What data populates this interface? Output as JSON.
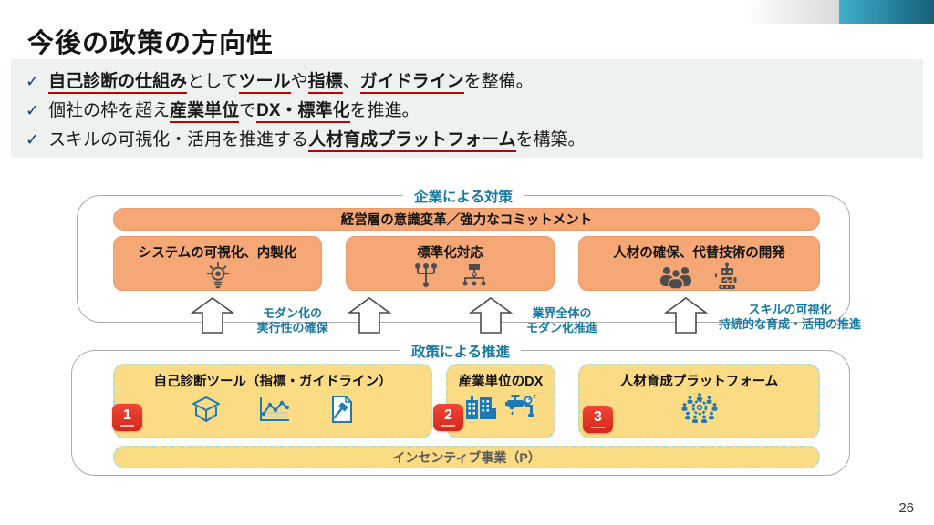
{
  "page": {
    "title": "今後の政策の方向性",
    "number": "26"
  },
  "colors": {
    "accent_teal": "#1879a3",
    "orange_box": "#f5a776",
    "yellow_box": "#fbdb84",
    "badge_red": "#e8392b",
    "underline_red": "#c00000",
    "icon_blue": "#1d7ab8",
    "icon_gray": "#4d4d4d",
    "check_navy": "#1e3b6d"
  },
  "bullets": [
    {
      "check": "✓",
      "segments": [
        {
          "t": "自己診断の仕組み",
          "em": true
        },
        {
          "t": "として"
        },
        {
          "t": "ツール",
          "em": true
        },
        {
          "t": "や"
        },
        {
          "t": "指標",
          "em": true
        },
        {
          "t": "、"
        },
        {
          "t": "ガイドライン",
          "em": true
        },
        {
          "t": "を整備。"
        }
      ]
    },
    {
      "check": "✓",
      "segments": [
        {
          "t": "個社の枠を超え"
        },
        {
          "t": "産業単位",
          "em": true
        },
        {
          "t": "で"
        },
        {
          "t": "DX・標準化",
          "em": true
        },
        {
          "t": "を推進。"
        }
      ]
    },
    {
      "check": "✓",
      "segments": [
        {
          "t": "スキルの可視化・活用を推進する"
        },
        {
          "t": "人材育成プラットフォーム",
          "em": true
        },
        {
          "t": "を構築。"
        }
      ]
    }
  ],
  "diagram": {
    "company_group": {
      "label": "企業による対策",
      "commitment_bar": "経営層の意識変革／強力なコミットメント",
      "boxes": [
        {
          "title": "システムの可視化、内製化"
        },
        {
          "title": "標準化対応"
        },
        {
          "title": "人材の確保、代替技術の開発"
        }
      ]
    },
    "transition_labels": [
      {
        "lines": [
          "モダン化の",
          "実行性の確保"
        ]
      },
      {
        "lines": [
          "業界全体の",
          "モダン化推進"
        ]
      },
      {
        "lines": [
          "スキルの可視化",
          "持続的な育成・活用の推進"
        ]
      }
    ],
    "policy_group": {
      "label": "政策による推進",
      "boxes": [
        {
          "badge": "1",
          "title": "自己診断ツール（指標・ガイドライン）"
        },
        {
          "badge": "2",
          "title": "産業単位のDX"
        },
        {
          "badge": "3",
          "title": "人材育成プラットフォーム"
        }
      ],
      "incentive_bar": "インセンティブ事業（P）"
    }
  }
}
